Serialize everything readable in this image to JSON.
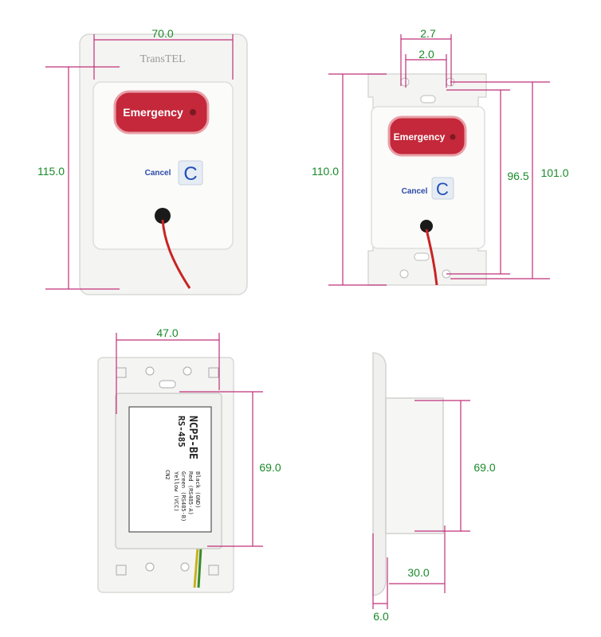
{
  "front_view": {
    "brand": "TransTEL",
    "button_label": "Emergency",
    "cancel_label": "Cancel",
    "cancel_key": "C",
    "width_dim": "70.0",
    "height_dim": "115.0"
  },
  "plate_view": {
    "button_label": "Emergency",
    "cancel_label": "Cancel",
    "cancel_key": "C",
    "dim_top_outer": "2.7",
    "dim_top_inner": "2.0",
    "height_plate": "110.0",
    "height_inner": "96.5",
    "height_outer": "101.0"
  },
  "back_view": {
    "width_dim": "47.0",
    "height_dim": "69.0",
    "module_model": "NCP5-BE",
    "module_bus": "RS-485",
    "connector": "CN2",
    "pins": [
      "Black  (GND)",
      "Red    (RS485-A)",
      "Green  (RS485-B)",
      "Yellow (VCC)"
    ]
  },
  "side_view": {
    "height_dim": "69.0",
    "depth_dim": "30.0",
    "plate_thickness_dim": "6.0"
  },
  "colors": {
    "dimension_line": "#c0307a",
    "dimension_text": "#1a8a2a",
    "button_red": "#c4283a",
    "cancel_blue": "#1f4fb8"
  }
}
